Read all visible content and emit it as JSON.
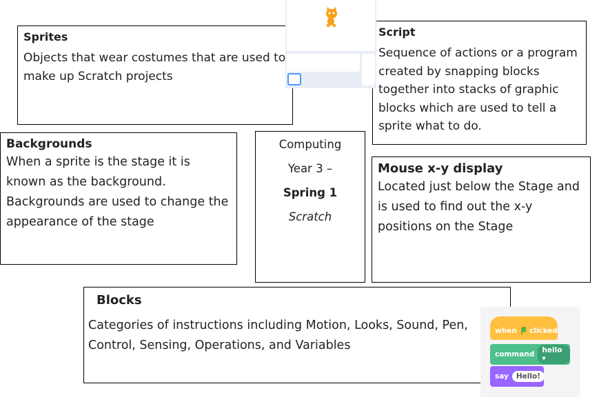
{
  "sprites": {
    "title": "Sprites",
    "text": "Objects that wear costumes that are used to make up Scratch projects"
  },
  "script": {
    "title": "Script",
    "text": "Sequence of actions or a program created by snapping blocks together into stacks of graphic blocks which are used to tell a sprite what to do."
  },
  "backgrounds": {
    "title": "Backgrounds",
    "text": "When a sprite is the stage it is known as the background. Backgrounds are used to change the appearance of the stage"
  },
  "mouse": {
    "title": "Mouse x-y display",
    "text": "Located just below the Stage and is used to find out the x-y positions on the Stage"
  },
  "center": {
    "line1": "Computing",
    "line2": "Year 3 –",
    "line3": "Spring 1",
    "line4": "Scratch"
  },
  "blocks": {
    "title": "Blocks",
    "text": "Categories of instructions including Motion, Looks, Sound, Pen, Control, Sensing, Operations, and Variables"
  },
  "code_blocks": {
    "when": "when",
    "clicked": "clicked",
    "command": "command",
    "command_value": "hello",
    "say": "say",
    "say_value": "Hello!",
    "colors": {
      "events": "#FFBF3F",
      "custom": "#4CBF8B",
      "looks": "#9966FF"
    }
  }
}
